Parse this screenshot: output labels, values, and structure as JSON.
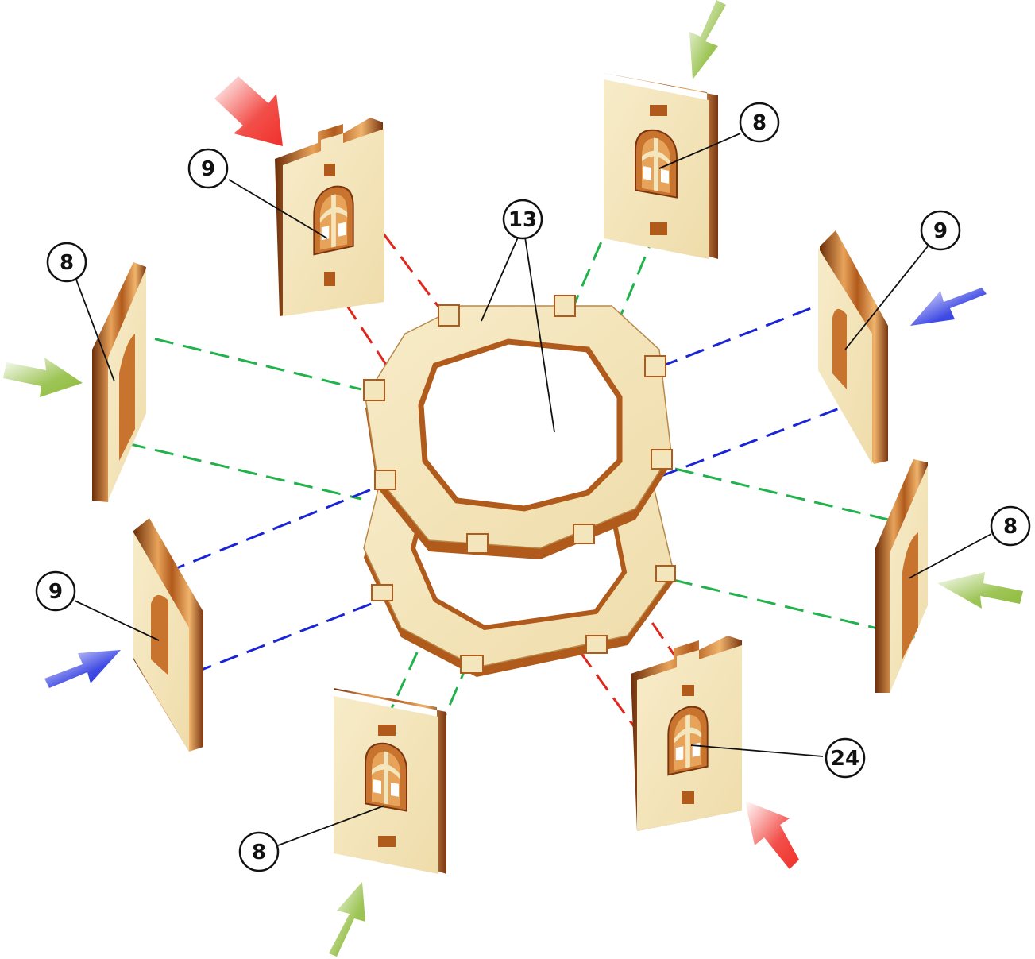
{
  "diagram": {
    "colors": {
      "background": "#ffffff",
      "wood_face": "#f4e6bc",
      "wood_edge": "#b05a1c",
      "wood_dark": "#6e2f0a",
      "wood_light": "#e8a35a",
      "window_cut": "#c8742e",
      "guide_red": "#e1261c",
      "guide_green": "#22b24c",
      "guide_blue": "#1a25d6",
      "arrow_red": "#f0302a",
      "arrow_green": "#8dbb3a",
      "arrow_blue": "#1f2ce0",
      "callout_stroke": "#111111"
    },
    "callouts": [
      {
        "id": "c9-top-left",
        "label": "9"
      },
      {
        "id": "c8-top-right",
        "label": "8"
      },
      {
        "id": "c13-center",
        "label": "13"
      },
      {
        "id": "c8-left",
        "label": "8"
      },
      {
        "id": "c9-right",
        "label": "9"
      },
      {
        "id": "c9-lower-left",
        "label": "9"
      },
      {
        "id": "c8-lower-right",
        "label": "8"
      },
      {
        "id": "c24-bottom-right",
        "label": "24"
      },
      {
        "id": "c8-bottom",
        "label": "8"
      }
    ],
    "parts": [
      {
        "id": "panel-top-left",
        "part": "9",
        "icon": "wall-panel-arched-window"
      },
      {
        "id": "panel-top-right",
        "part": "8",
        "icon": "wall-panel-arched-window"
      },
      {
        "id": "panel-left",
        "part": "8",
        "icon": "wall-panel-side-view"
      },
      {
        "id": "panel-right",
        "part": "9",
        "icon": "wall-panel-side-view"
      },
      {
        "id": "panel-lower-left",
        "part": "9",
        "icon": "wall-panel-side-view"
      },
      {
        "id": "panel-lower-right",
        "part": "8",
        "icon": "wall-panel-side-view"
      },
      {
        "id": "panel-bottom",
        "part": "8",
        "icon": "wall-panel-arched-window"
      },
      {
        "id": "panel-bottom-right",
        "part": "24",
        "icon": "wall-panel-arched-window"
      },
      {
        "id": "ring-upper",
        "part": "13",
        "icon": "octagonal-ring"
      },
      {
        "id": "ring-lower",
        "part": "13",
        "icon": "octagonal-ring"
      }
    ],
    "arrows": [
      {
        "id": "arrow-red-top",
        "color": "red",
        "icon": "insert-arrow"
      },
      {
        "id": "arrow-green-top",
        "color": "green",
        "icon": "insert-arrow"
      },
      {
        "id": "arrow-green-left",
        "color": "green",
        "icon": "insert-arrow"
      },
      {
        "id": "arrow-blue-right",
        "color": "blue",
        "icon": "insert-arrow"
      },
      {
        "id": "arrow-green-right",
        "color": "green",
        "icon": "insert-arrow"
      },
      {
        "id": "arrow-blue-left",
        "color": "blue",
        "icon": "insert-arrow"
      },
      {
        "id": "arrow-red-bottom",
        "color": "red",
        "icon": "insert-arrow"
      },
      {
        "id": "arrow-green-bottom",
        "color": "green",
        "icon": "insert-arrow"
      }
    ]
  }
}
